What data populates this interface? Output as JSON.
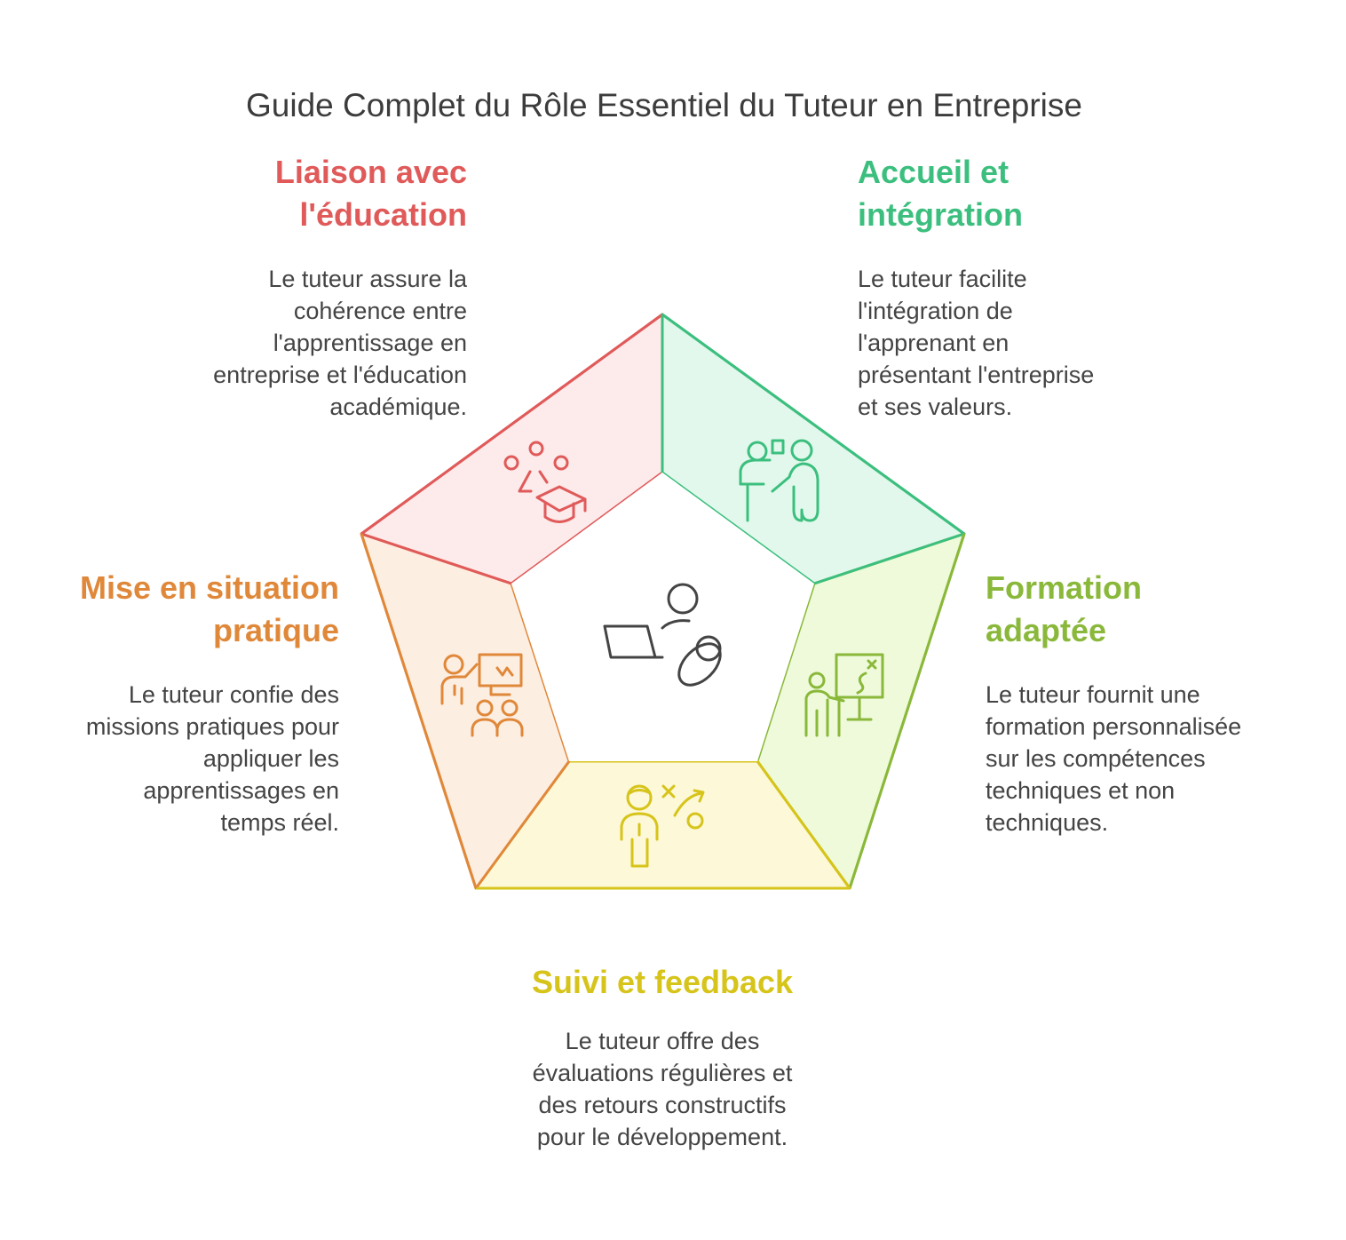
{
  "title": "Guide Complet du Rôle Essentiel du Tuteur en Entreprise",
  "colors": {
    "liaison": "#e05a5a",
    "accueil": "#3cbf7e",
    "formation": "#8ab83a",
    "suivi": "#d6c41a",
    "mise": "#e0883a",
    "center_icon": "#444444"
  },
  "sections": {
    "liaison": {
      "icon": "graduation-network-icon",
      "heading_lines": [
        "Liaison avec",
        "l'éducation"
      ],
      "desc_lines": [
        "Le tuteur assure la",
        "cohérence entre",
        "l'apprentissage en",
        "entreprise et l'éducation",
        "académique."
      ]
    },
    "accueil": {
      "icon": "mentor-presenting-icon",
      "heading_lines": [
        "Accueil et",
        "intégration"
      ],
      "desc_lines": [
        "Le tuteur facilite",
        "l'intégration de",
        "l'apprenant en",
        "présentant l'entreprise",
        "et ses valeurs."
      ]
    },
    "formation": {
      "icon": "trainer-whiteboard-icon",
      "heading_lines": [
        "Formation",
        "adaptée"
      ],
      "desc_lines": [
        "Le tuteur fournit une",
        "formation personnalisée",
        "sur les compétences",
        "techniques et non",
        "techniques."
      ]
    },
    "suivi": {
      "icon": "coach-strategy-icon",
      "heading_lines": [
        "Suivi et feedback"
      ],
      "desc_lines": [
        "Le tuteur offre des",
        "évaluations régulières et",
        "des retours constructifs",
        "pour le développement."
      ]
    },
    "mise": {
      "icon": "teacher-group-icon",
      "heading_lines": [
        "Mise en situation",
        "pratique"
      ],
      "desc_lines": [
        "Le tuteur confie des",
        "missions pratiques pour",
        "appliquer les",
        "apprentissages en",
        "temps réel."
      ]
    },
    "center": {
      "icon": "tutor-laptop-icon"
    }
  }
}
